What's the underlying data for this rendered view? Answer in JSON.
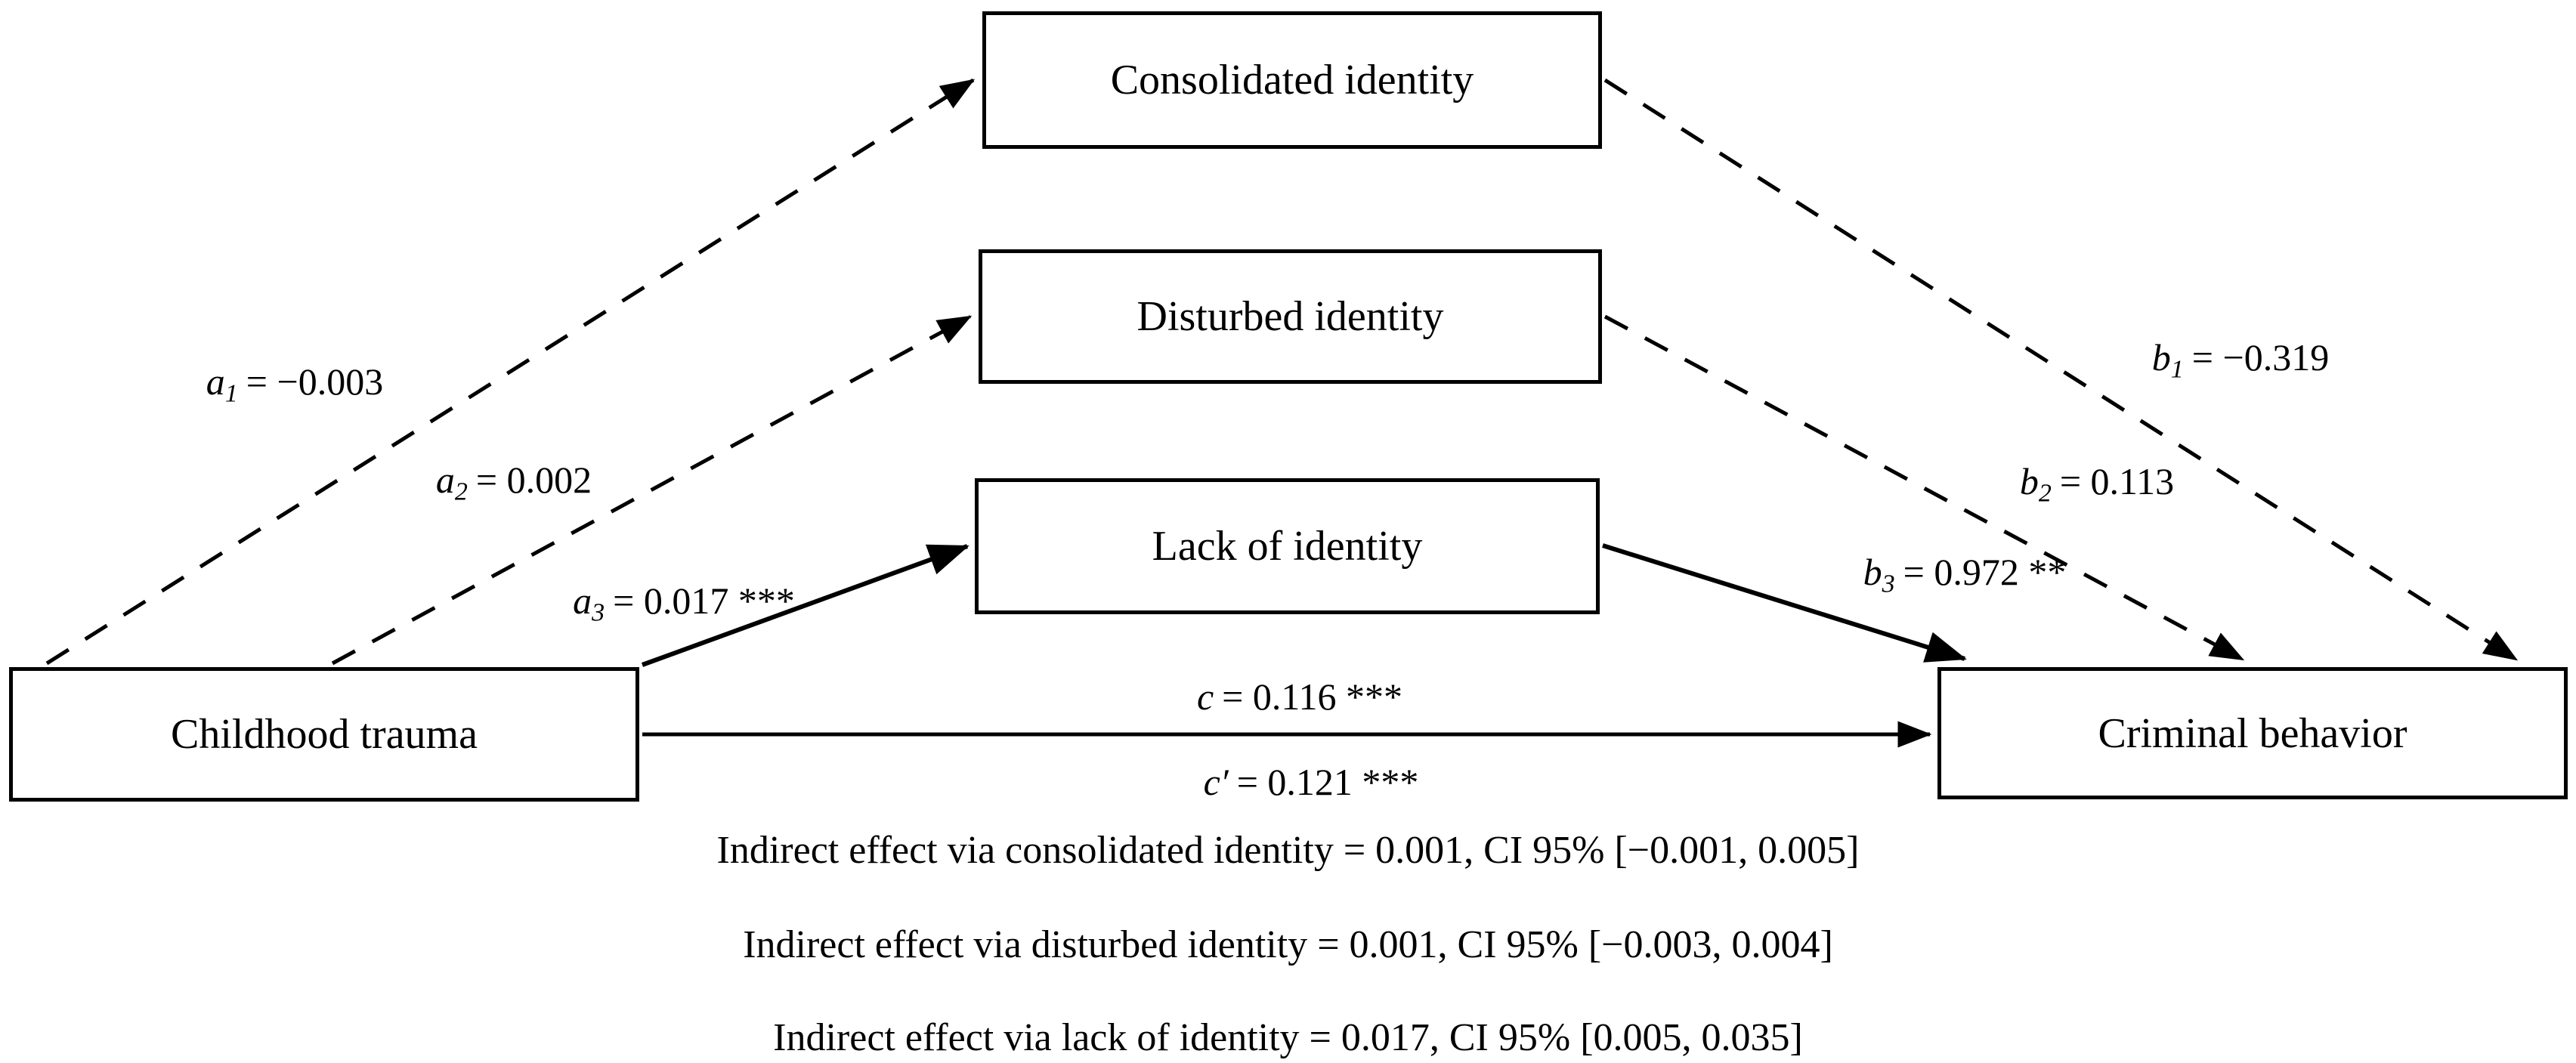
{
  "diagram": {
    "title_semantic": "Mediation model: childhood trauma to criminal behavior via identity",
    "boxes": {
      "consolidated": "Consolidated identity",
      "disturbed": "Disturbed identity",
      "lack": "Lack of identity",
      "trauma": "Childhood trauma",
      "criminal": "Criminal behavior"
    },
    "paths": {
      "a1": {
        "symbol": "a",
        "sub": "1",
        "value": "= −0.003",
        "style": "dashed"
      },
      "a2": {
        "symbol": "a",
        "sub": "2",
        "value": "= 0.002",
        "style": "dashed"
      },
      "a3": {
        "symbol": "a",
        "sub": "3",
        "value": "= 0.017 ***",
        "style": "solid"
      },
      "b1": {
        "symbol": "b",
        "sub": "1",
        "value": "= −0.319",
        "style": "dashed"
      },
      "b2": {
        "symbol": "b",
        "sub": "2",
        "value": "= 0.113",
        "style": "dashed"
      },
      "b3": {
        "symbol": "b",
        "sub": "3",
        "value": "= 0.972 **",
        "style": "solid"
      },
      "c": {
        "symbol": "c",
        "sub": "",
        "value": "= 0.116 ***",
        "style": "solid"
      },
      "c_prime": {
        "symbol": "c′",
        "sub": "",
        "value": "= 0.121 ***",
        "style": "solid"
      }
    },
    "indirect_effects": [
      "Indirect effect via consolidated identity = 0.001, CI 95% [−0.001, 0.005]",
      "Indirect effect via disturbed identity = 0.001, CI 95% [−0.003, 0.004]",
      "Indirect effect via lack of identity = 0.017, CI 95% [0.005, 0.035]"
    ],
    "colors": {
      "line": "#000000",
      "text": "#000000",
      "background": "#ffffff"
    }
  }
}
